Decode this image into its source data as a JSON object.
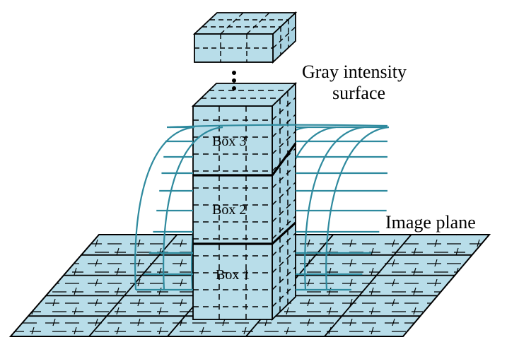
{
  "labels": {
    "gray_surface_line1": "Gray intensity",
    "gray_surface_line2": "surface",
    "image_plane": "Image plane",
    "box1": "Box 1",
    "box2": "Box 2",
    "box3": "Box 3"
  },
  "colors": {
    "box_fill": "#b8dde9",
    "surface_stroke": "#2e8a9e",
    "outline": "#000000"
  }
}
